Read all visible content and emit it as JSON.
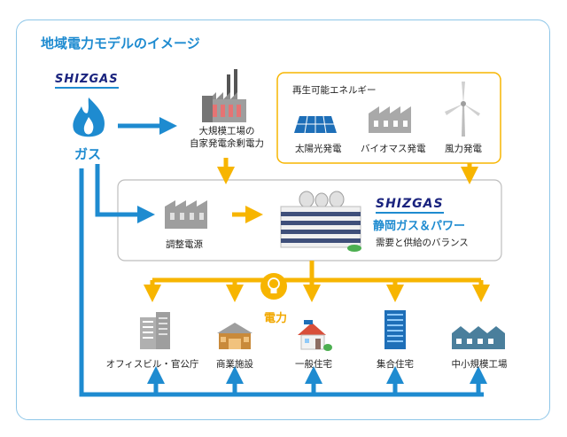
{
  "title": "地域電力モデルのイメージ",
  "brand_logo": "SHIZGAS",
  "gas_label": "ガス",
  "large_factory": [
    "大規模工場の",
    "自家発電余剰電力"
  ],
  "renewable": {
    "title": "再生可能エネルギー",
    "items": [
      "太陽光発電",
      "バイオマス発電",
      "風力発電"
    ]
  },
  "adjust_label": "調整電源",
  "company": {
    "name": "静岡ガス＆パワー",
    "subtitle": "需要と供給のバランス"
  },
  "power_label": "電力",
  "consumers": [
    "オフィスビル・官公庁",
    "商業施設",
    "一般住宅",
    "集合住宅",
    "中小規模工場"
  ],
  "colors": {
    "blue": "#1e8bd0",
    "orange": "#f7b500",
    "navy": "#1a237e"
  }
}
